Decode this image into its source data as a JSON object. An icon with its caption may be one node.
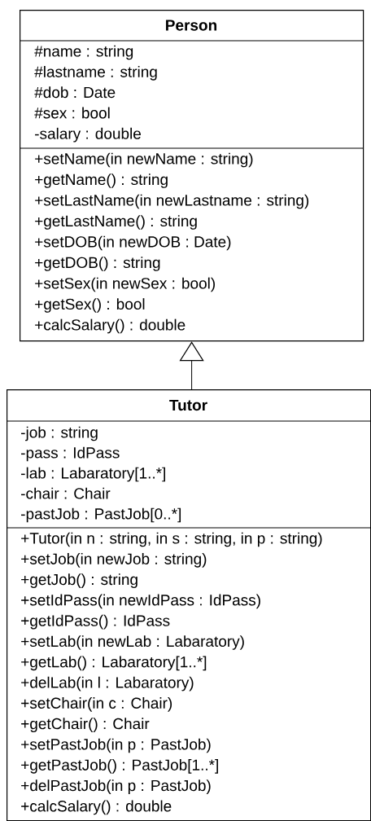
{
  "diagram": {
    "nodes": [
      {
        "text": [
          "Person",
          "#name : string",
          "#lastname : string",
          "#dob : Date",
          "#sex : bool",
          "-salary : double",
          "+setName(in newName : string)",
          "+getName() : string",
          "+setLastName(in newLastname : string)",
          "+getLastName() : string",
          "+setDOB(in newDOB : Date)",
          "+getDOB() : string",
          "+setSex(in newSex : bool)",
          "+getSex() : bool",
          "+calcSalary() : double"
        ]
      },
      {
        "text": [
          "Tutor",
          "-job : string",
          "-pass : IdPass",
          "-lab : Labaratory[1..*]",
          "-chair : Chair",
          "-pastJob : PastJob[0..*]",
          "+Tutor(in n : string, in s : string, in p : string)",
          "+setJob(in newJob : string)",
          "+getJob() : string",
          "+setIdPass(in newIdPass : IdPass)",
          "+getIdPass() : IdPass",
          "+setLab(in newLab : Labaratory)",
          "+getLab() : Labaratory[1..*]",
          "+delLab(in l : Labaratory)",
          "+setChair(in c : Chair)",
          "+getChair() : Chair",
          "+setPastJob(in p : PastJob)",
          "+getPastJob() : PastJob[1..*]",
          "+delPastJob(in p : PastJob)",
          "+calcSalary() : double"
        ]
      }
    ],
    "edges": [
      {
        "from": 1,
        "to": 0,
        "arrow": "to"
      }
    ]
  }
}
